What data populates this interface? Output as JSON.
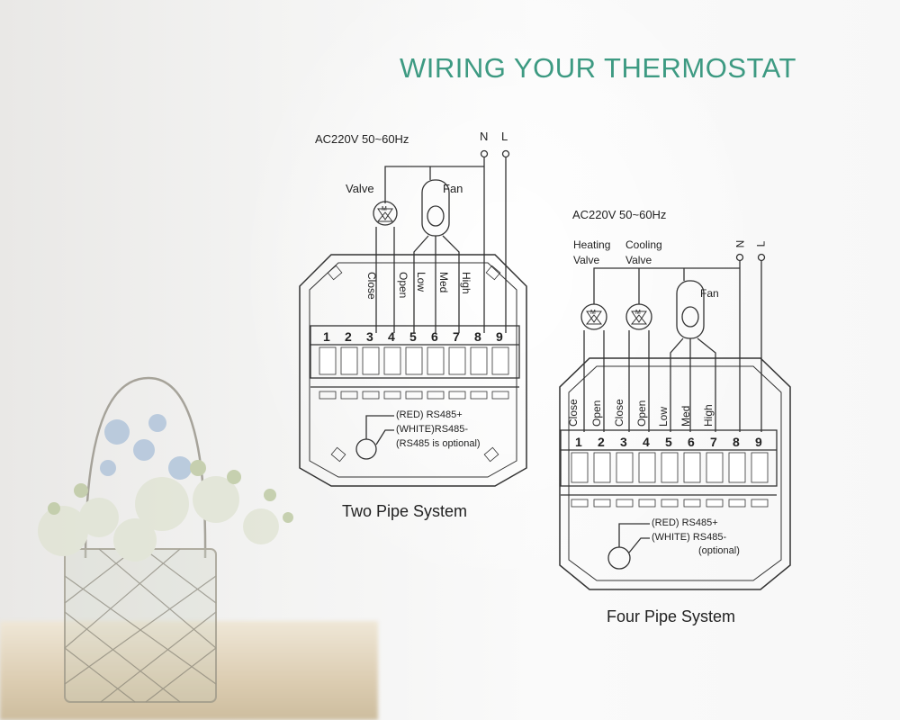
{
  "title": "WIRING YOUR THERMOSTAT",
  "two_pipe": {
    "supply": "AC220V 50~60Hz",
    "neutral": "N",
    "live": "L",
    "valve_label": "Valve",
    "fan_label": "Fan",
    "motor_letter": "M",
    "wire_labels": [
      "Close",
      "Open",
      "Low",
      "Med",
      "High"
    ],
    "terminals": [
      "1",
      "2",
      "3",
      "4",
      "5",
      "6",
      "7",
      "8",
      "9"
    ],
    "rs485_red": "(RED) RS485+",
    "rs485_white": "(WHITE)RS485-",
    "rs485_note": "(RS485 is optional)",
    "caption": "Two Pipe System"
  },
  "four_pipe": {
    "supply": "AC220V 50~60Hz",
    "neutral": "N",
    "live": "L",
    "heating_valve": [
      "Heating",
      "Valve"
    ],
    "cooling_valve": [
      "Cooling",
      "Valve"
    ],
    "fan_label": "Fan",
    "motor_letter": "M",
    "wire_labels": [
      "Close",
      "Open",
      "Close",
      "Open",
      "Low",
      "Med",
      "High"
    ],
    "terminals": [
      "1",
      "2",
      "3",
      "4",
      "5",
      "6",
      "7",
      "8",
      "9"
    ],
    "rs485_red": "(RED) RS485+",
    "rs485_white": "(WHITE) RS485-",
    "rs485_note": "(optional)",
    "caption": "Four Pipe System"
  },
  "colors": {
    "title": "#3d9a82",
    "line": "#333333",
    "text": "#222222"
  }
}
